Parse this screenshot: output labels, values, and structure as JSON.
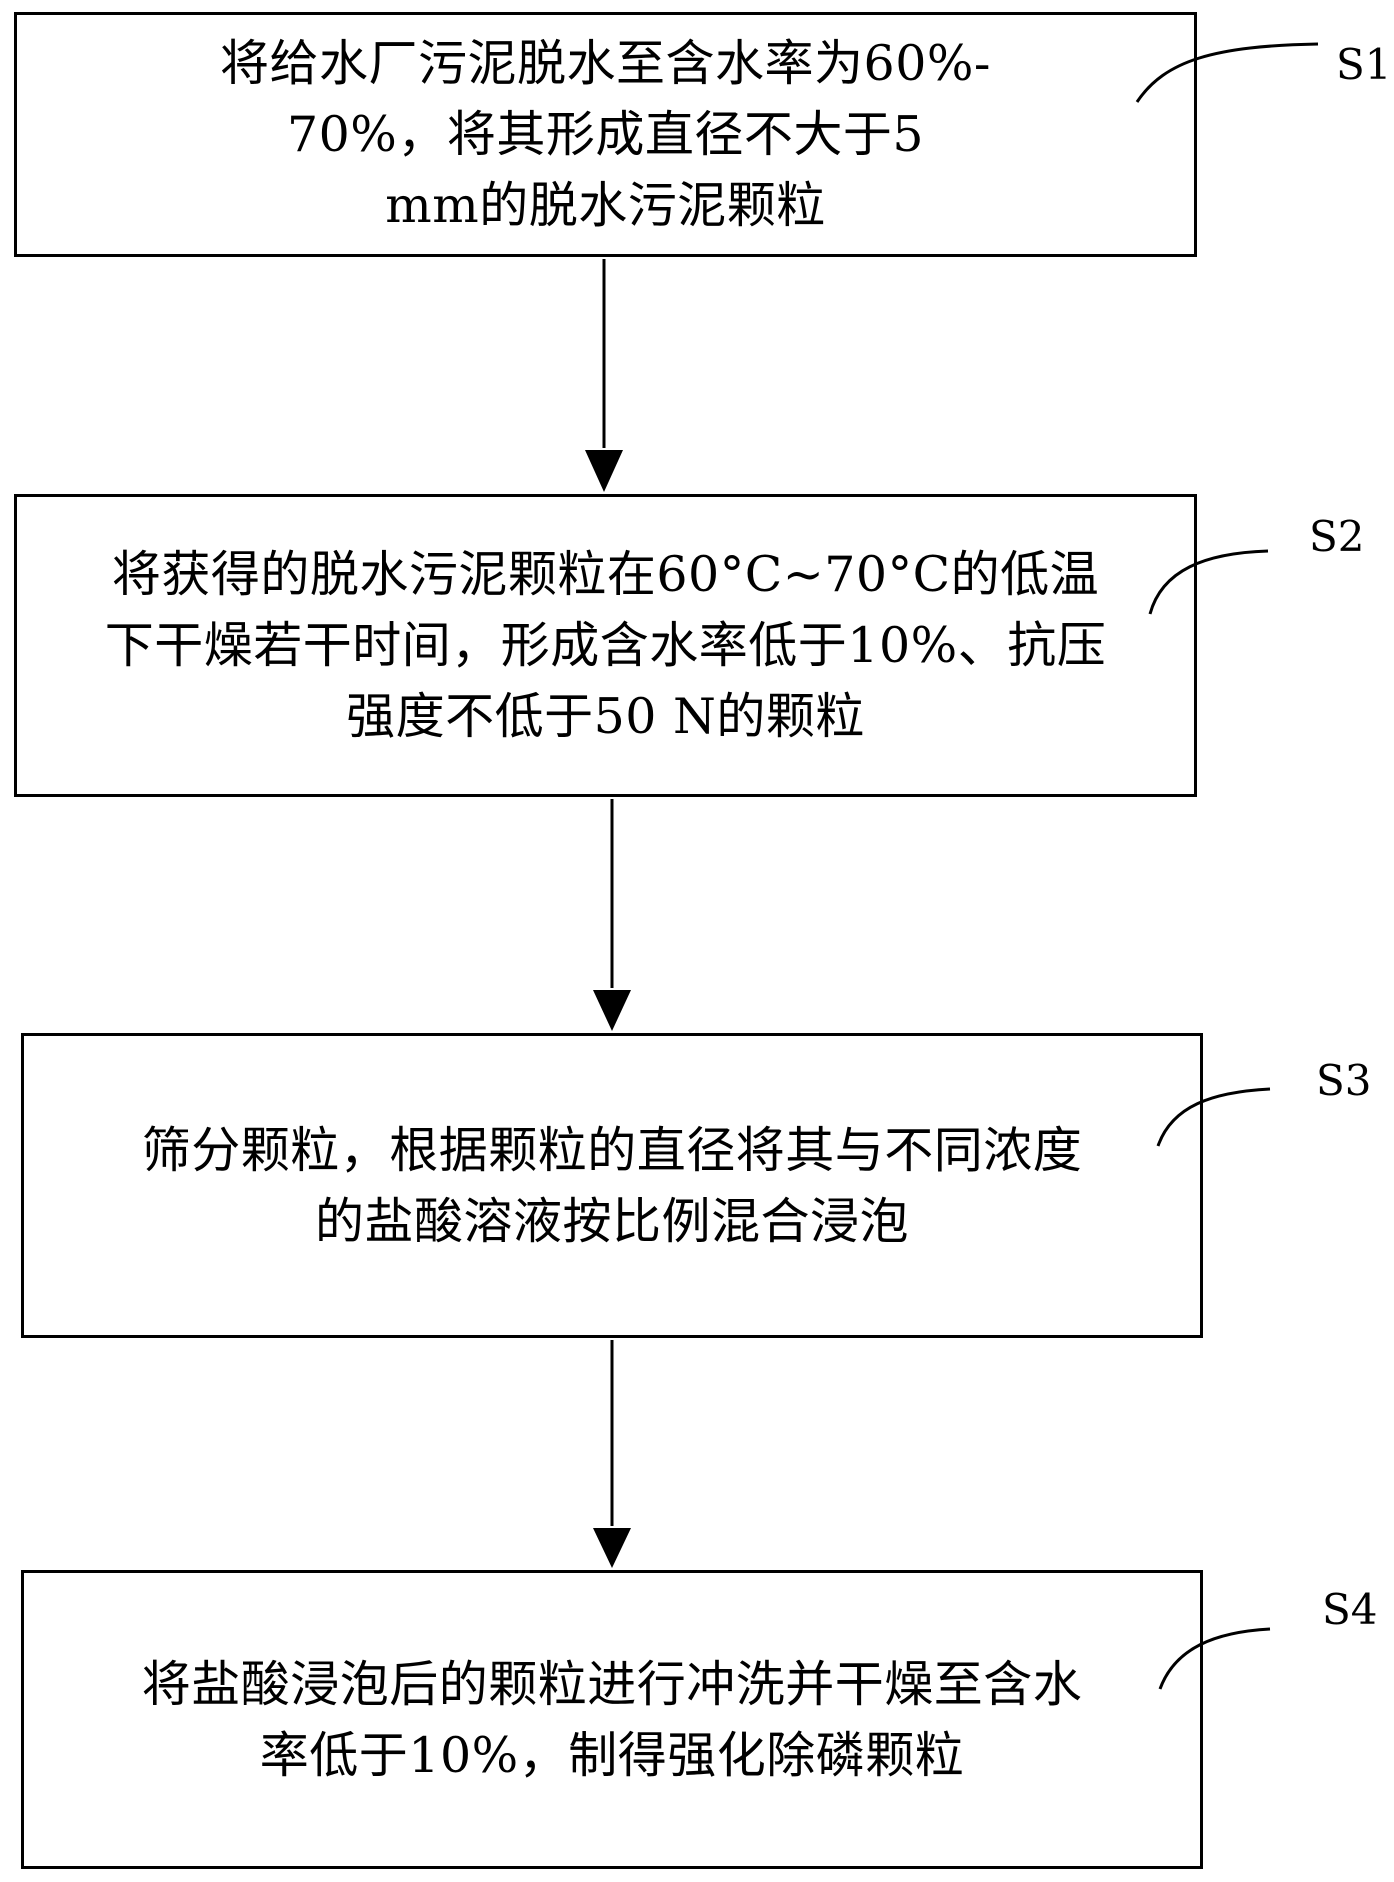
{
  "steps": [
    {
      "id": "S1",
      "label": "S1",
      "text": "将给水厂污泥脱水至含水率为60%-\n70%，将其形成直径不大于5\nmm的脱水污泥颗粒"
    },
    {
      "id": "S2",
      "label": "S2",
      "text": "将获得的脱水污泥颗粒在60°C~70°C的低温\n下干燥若干时间，形成含水率低于10%、抗压\n强度不低于50 N的颗粒"
    },
    {
      "id": "S3",
      "label": "S3",
      "text": "筛分颗粒，根据颗粒的直径将其与不同浓度\n的盐酸溶液按比例混合浸泡"
    },
    {
      "id": "S4",
      "label": "S4",
      "text": "将盐酸浸泡后的颗粒进行冲洗并干燥至含水\n率低于10%，制得强化除磷颗粒"
    }
  ],
  "colors": {
    "stroke": "#000000",
    "background": "#ffffff"
  }
}
